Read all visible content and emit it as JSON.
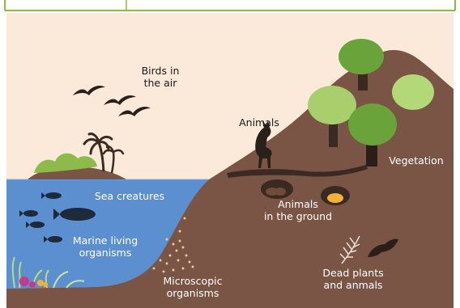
{
  "diagram": {
    "colors": {
      "header_border": "#8dbb3a",
      "sky": "#fbe9da",
      "sea": "#5b8fd0",
      "land": "#7a5444",
      "land_dark": "#3a2a22",
      "foliage": "#9dc960",
      "trunk": "#3a2a22"
    },
    "labels": {
      "birds": [
        "Birds in",
        "the air"
      ],
      "animals": "Animals",
      "vegetation": "Vegetation",
      "sea_creatures": "Sea creatures",
      "animals_ground": [
        "Animals",
        "in the ground"
      ],
      "marine": [
        "Marine living",
        "organisms"
      ],
      "microscopic": [
        "Microscopic",
        "organisms"
      ],
      "dead": [
        "Dead plants",
        "and anmals"
      ]
    },
    "icons": [
      "bird-icon",
      "tree-icon",
      "palm-tree-icon",
      "dog-icon",
      "fish-icon",
      "leaf-icon",
      "fern-icon",
      "coral-icon",
      "burrow-icon"
    ]
  }
}
